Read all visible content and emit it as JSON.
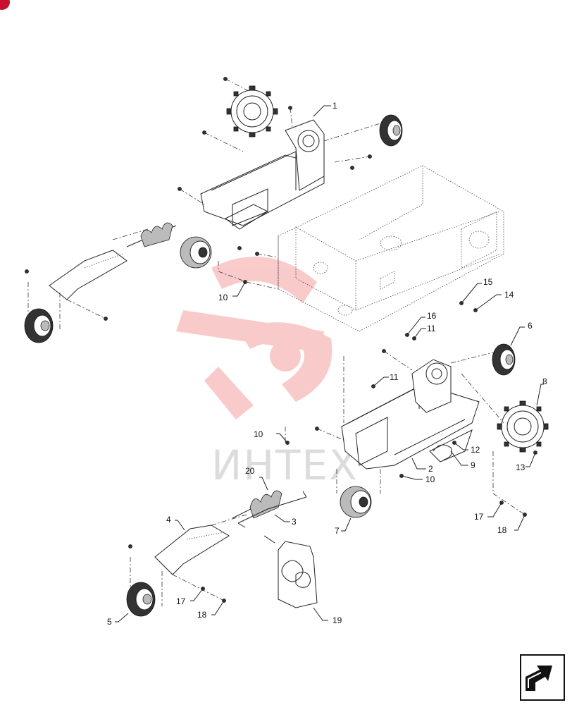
{
  "watermark": {
    "text": "ИНТЕХ",
    "color": "#f08080"
  },
  "callouts": {
    "c1": "1",
    "c2": "2",
    "c3": "3",
    "c4": "4",
    "c5": "5",
    "c6": "6",
    "c7": "7",
    "c8": "8",
    "c9": "9",
    "c10a": "10",
    "c10b": "10",
    "c10c": "10",
    "c11a": "11",
    "c11b": "11",
    "c12": "12",
    "c13": "13",
    "c14": "14",
    "c15": "15",
    "c16": "16",
    "c17a": "17",
    "c17b": "17",
    "c18a": "18",
    "c18b": "18",
    "c19": "19",
    "c20": "20"
  },
  "icons": {
    "nav": "arrow-icon",
    "corner": "red-circle-marker"
  },
  "colors": {
    "accent": "#c8102e",
    "line": "#222222"
  }
}
